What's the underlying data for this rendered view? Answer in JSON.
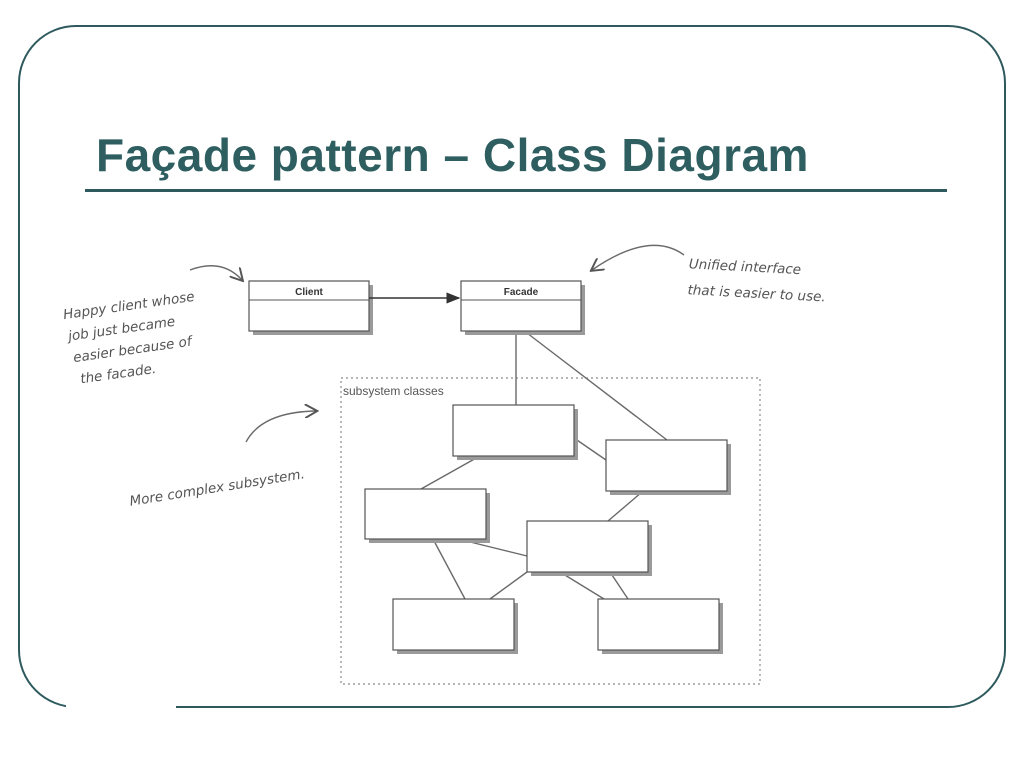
{
  "slide": {
    "title": "Façade pattern – Class Diagram"
  },
  "diagram": {
    "client_label": "Client",
    "facade_label": "Facade",
    "subsystem_label": "subsystem classes",
    "note_client": [
      "Happy client whose",
      "job just became",
      "easier because of",
      "the facade."
    ],
    "note_facade": [
      "Unified interface",
      "that is easier to use."
    ],
    "note_subsystem": "More complex subsystem."
  },
  "colors": {
    "title": "#2e5e60",
    "frame": "#2e5a5e"
  }
}
